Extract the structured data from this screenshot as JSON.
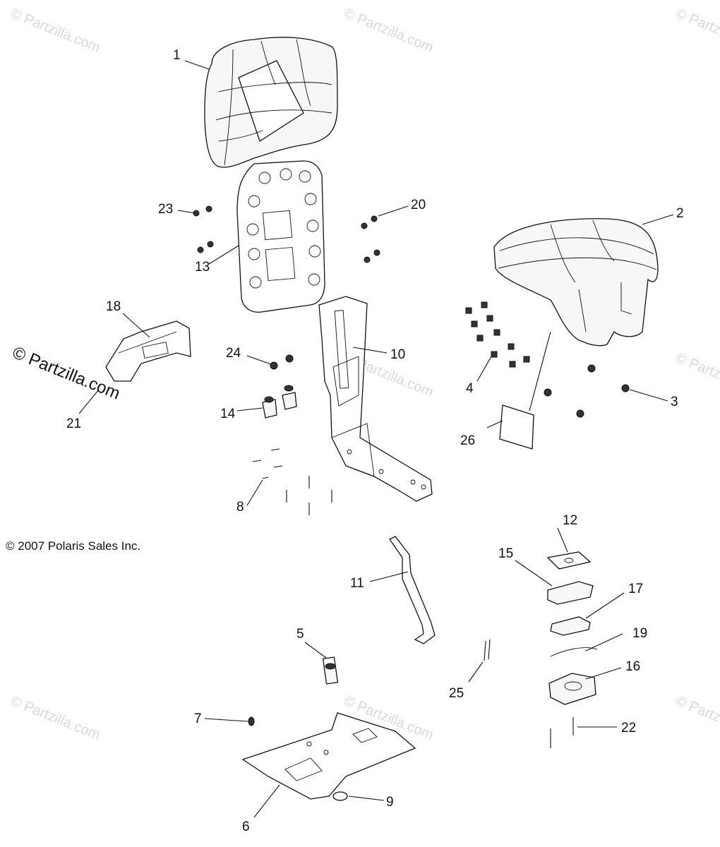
{
  "copyright": "© 2007 Polaris Sales Inc.",
  "watermark": "© Partzilla.com",
  "callouts": {
    "c1": "1",
    "c2": "2",
    "c3": "3",
    "c4": "4",
    "c5": "5",
    "c6": "6",
    "c7": "7",
    "c8": "8",
    "c9": "9",
    "c10": "10",
    "c11": "11",
    "c12": "12",
    "c13": "13",
    "c14": "14",
    "c15": "15",
    "c16": "16",
    "c17": "17",
    "c18": "18",
    "c19": "19",
    "c20": "20",
    "c21": "21",
    "c22": "22",
    "c23": "23",
    "c24": "24",
    "c25": "25",
    "c26": "26"
  }
}
